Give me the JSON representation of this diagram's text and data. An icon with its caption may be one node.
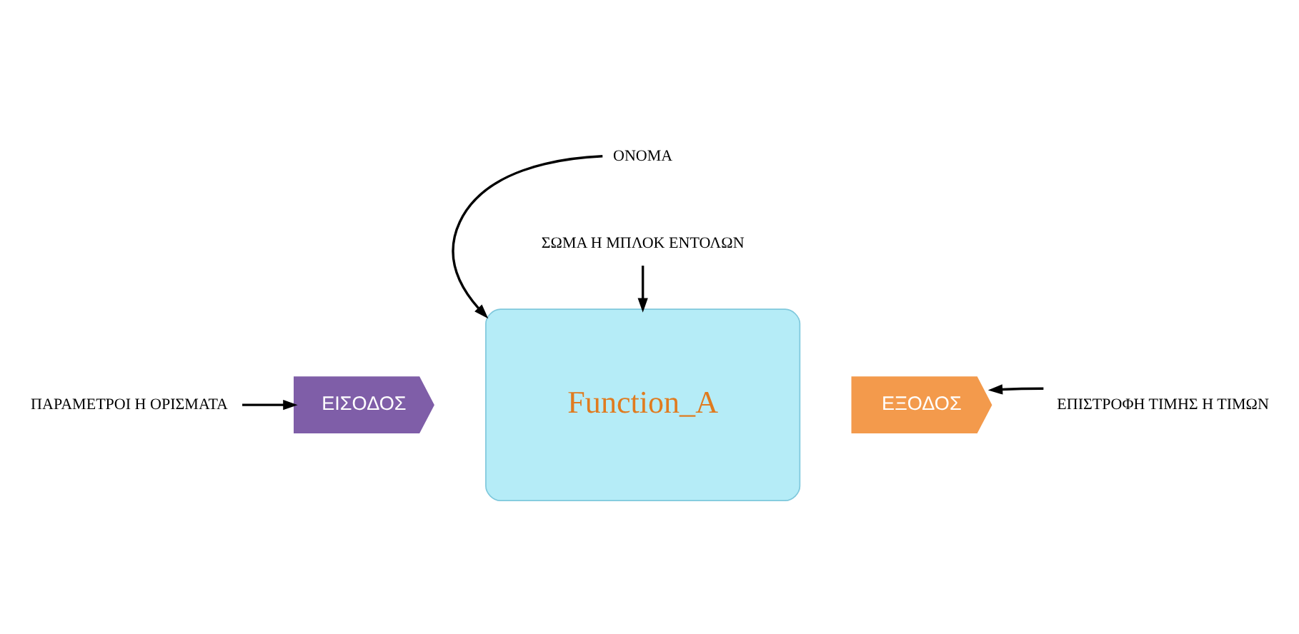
{
  "diagram": {
    "nodes": [
      {
        "text": [
          "Function_A"
        ]
      },
      {
        "text": [
          "ΕΙΣΟΔΟΣ"
        ]
      },
      {
        "text": [
          "ΕΞΟΔΟΣ"
        ]
      },
      {
        "text": [
          "ΟΝΟΜΑ"
        ]
      },
      {
        "text": [
          "ΠΑΡΑΜΕΤΡΟΙ Η ΟΡΙΣΜΑΤΑ"
        ]
      },
      {
        "text": [
          "ΕΠΙΣΤΡΟΦΗ ΤΙΜΗΣ Η ΤΙΜΩΝ"
        ]
      },
      {
        "text": [
          "ΣΩΜΑ Η ΜΠΛΟΚ ΕΝΤΟΛΩΝ"
        ]
      }
    ],
    "edges": [
      {
        "from": 3,
        "to": 0,
        "arrow": "to"
      },
      {
        "from": 4,
        "to": 1,
        "arrow": "to"
      },
      {
        "from": 5,
        "to": 2,
        "arrow": "to"
      },
      {
        "from": 6,
        "to": 0,
        "arrow": "to"
      }
    ]
  }
}
